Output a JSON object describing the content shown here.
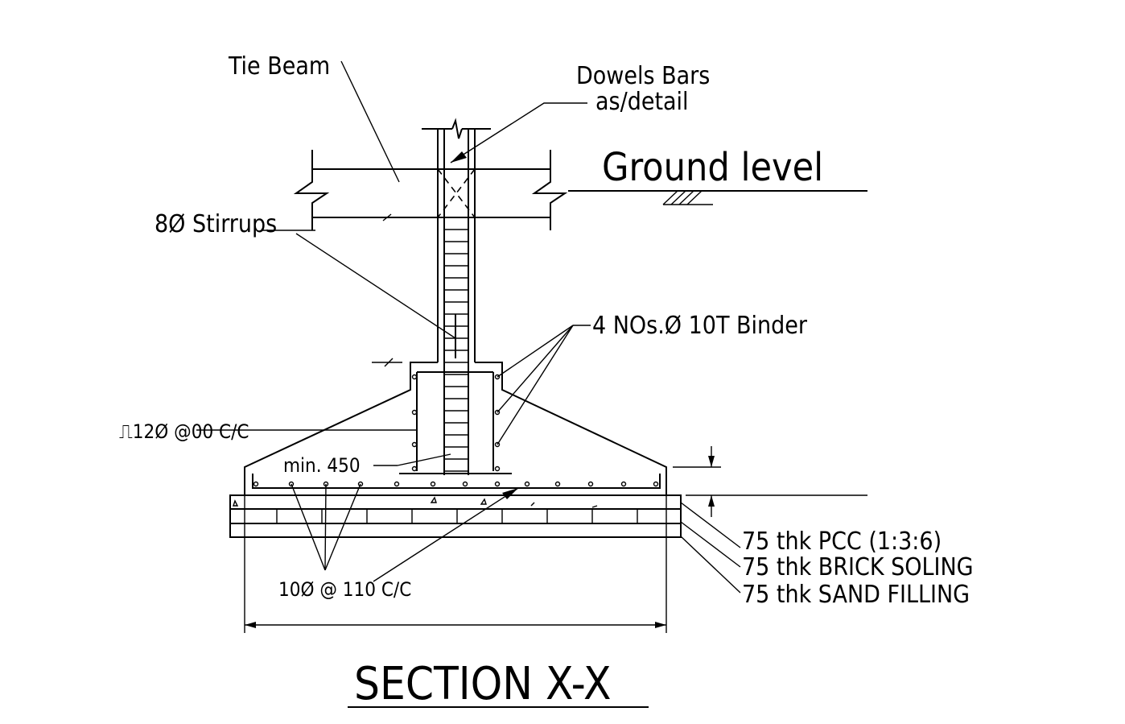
{
  "drawing": {
    "title": "SECTION X-X",
    "labels": {
      "tie_beam": "Tie Beam",
      "dowels_line1": "Dowels Bars",
      "dowels_line2": "as/detail",
      "ground_level": "Ground level",
      "stirrups": "8Ø Stirrups",
      "binder": "4 NOs.Ø 10T Binder",
      "column_bars": "⎍12Ø @00 C/C",
      "min_depth": "min. 450",
      "bottom_bars": "10Ø @ 110 C/C",
      "pcc": "75 thk PCC (1:3:6)",
      "brick": "75 thk BRICK SOLING",
      "sand": "75 thk SAND FILLING"
    }
  }
}
